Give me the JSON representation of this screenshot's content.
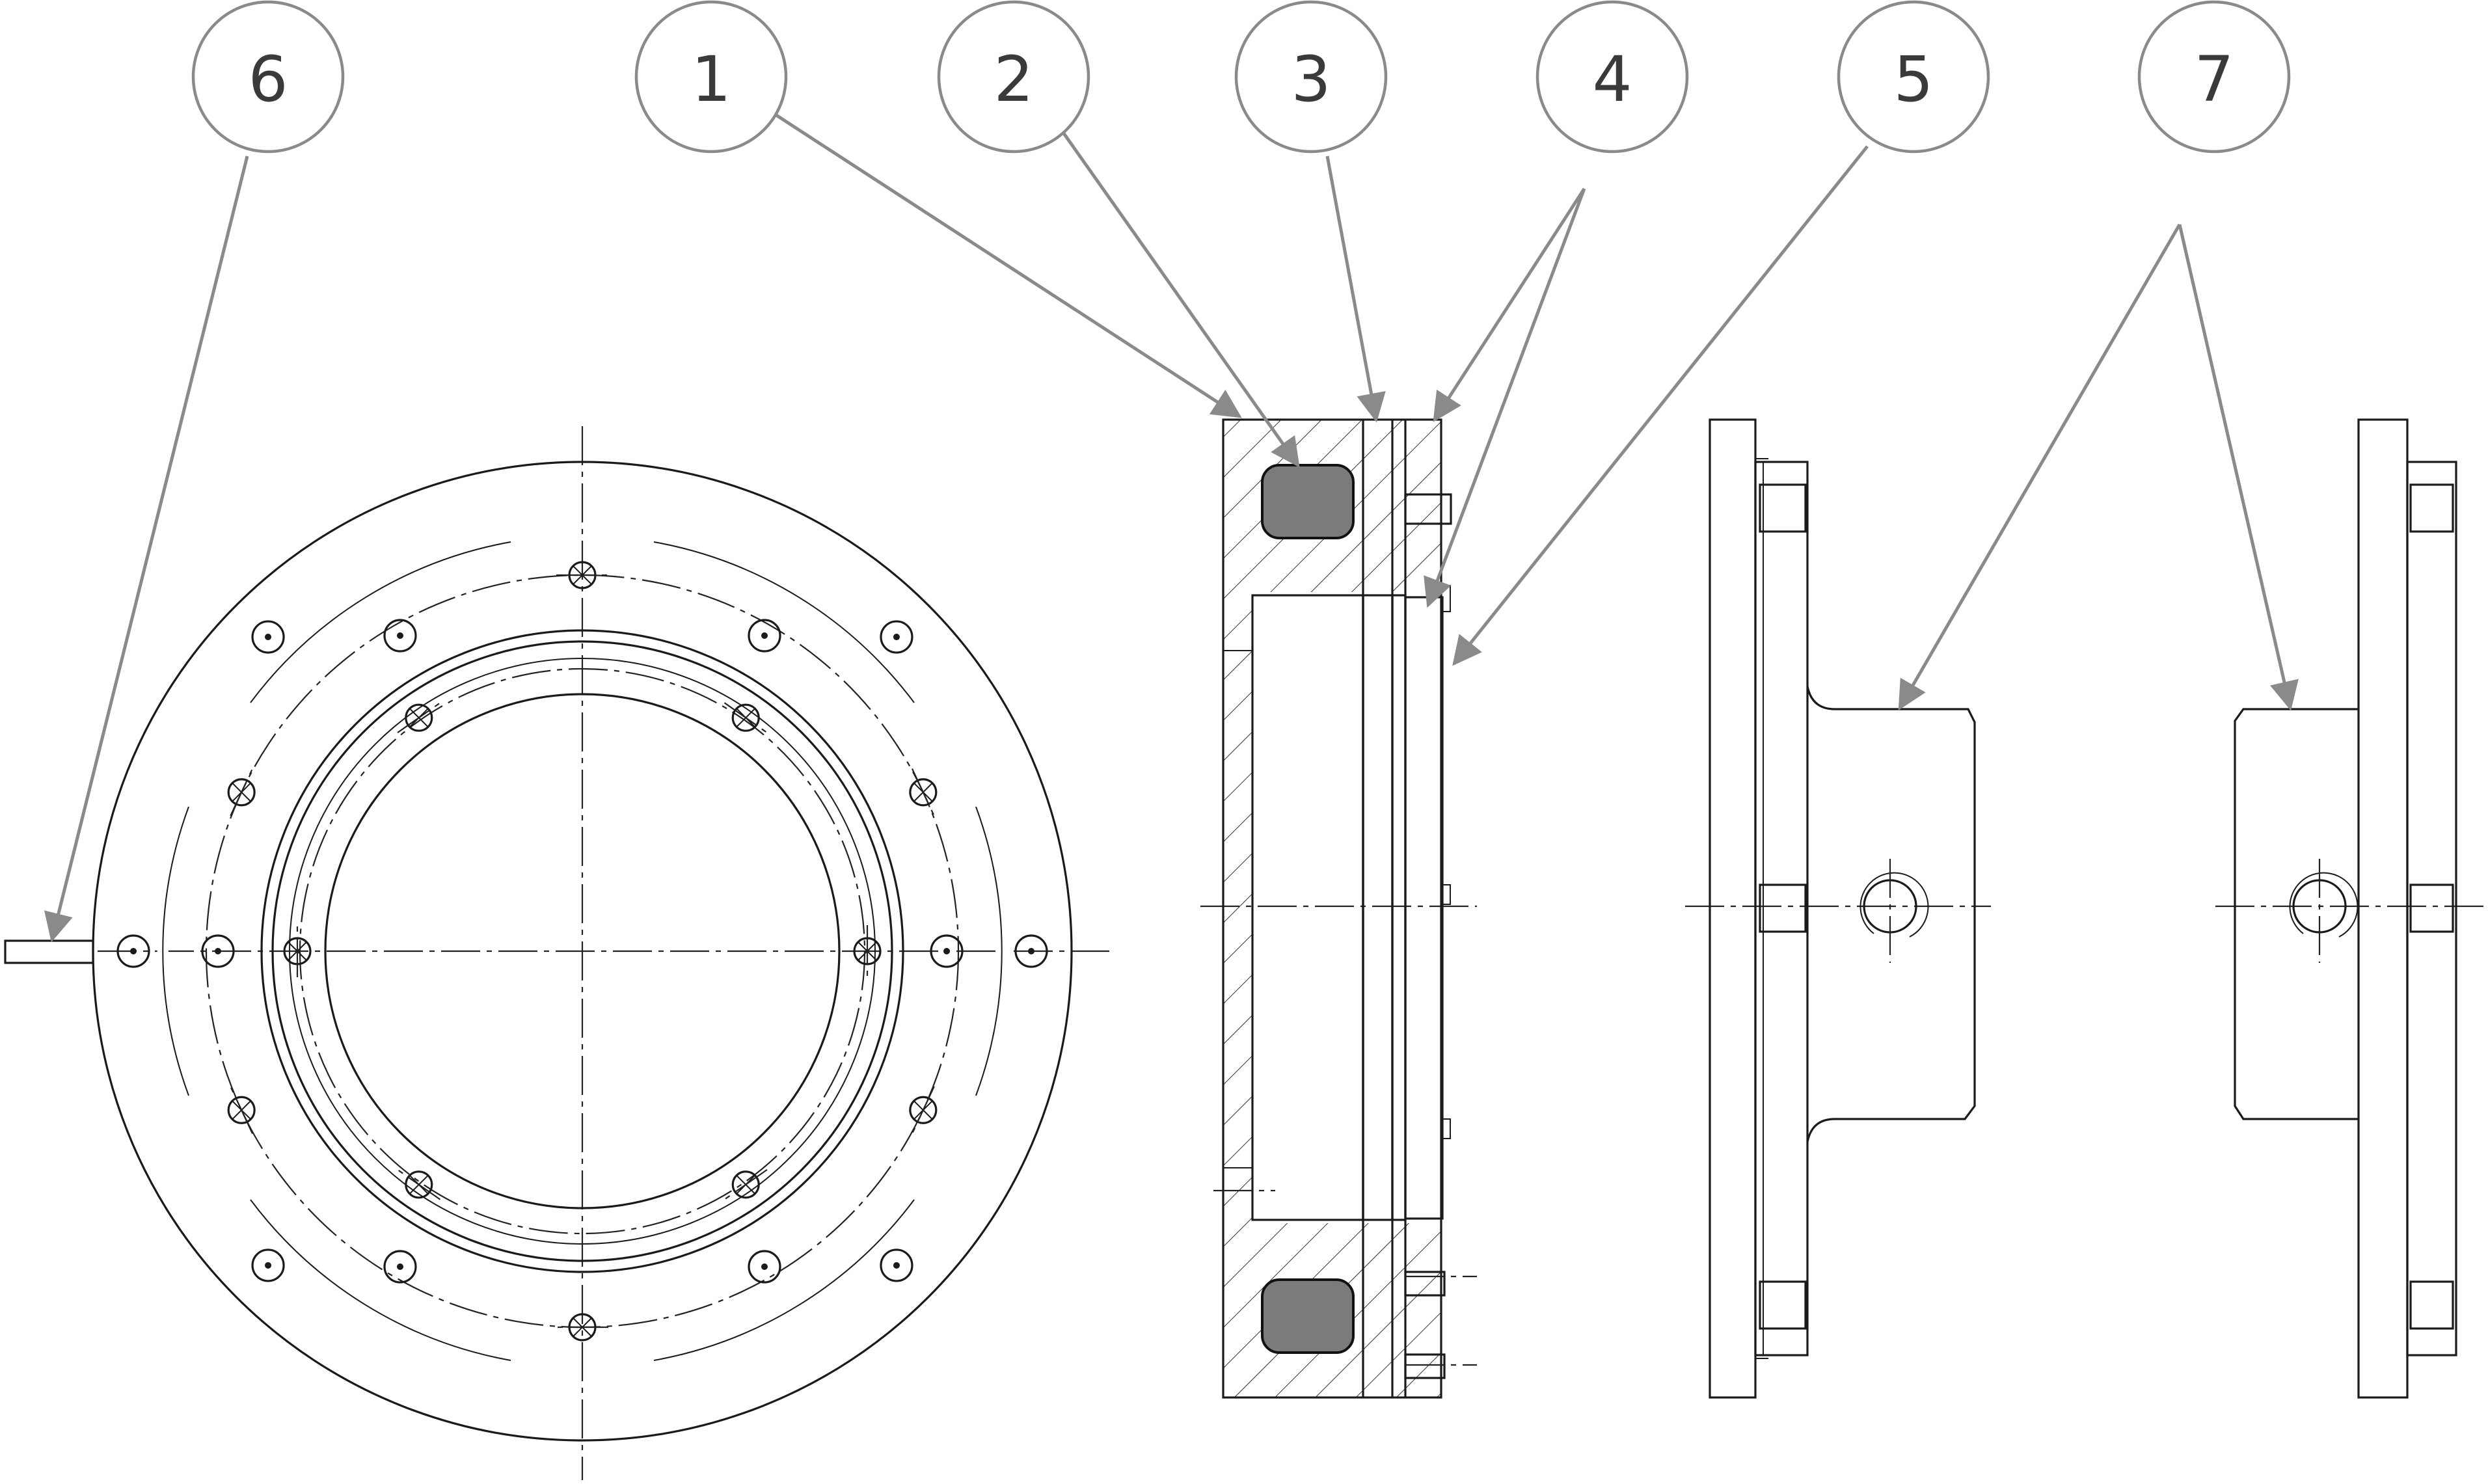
{
  "callouts": [
    {
      "label": "6"
    },
    {
      "label": "1"
    },
    {
      "label": "2"
    },
    {
      "label": "3"
    },
    {
      "label": "4"
    },
    {
      "label": "5"
    },
    {
      "label": "7"
    }
  ],
  "colors": {
    "line": "#1a1a1a",
    "leader": "#8a8a8a",
    "coil_fill": "#7b7b7b",
    "background": "#ffffff"
  }
}
